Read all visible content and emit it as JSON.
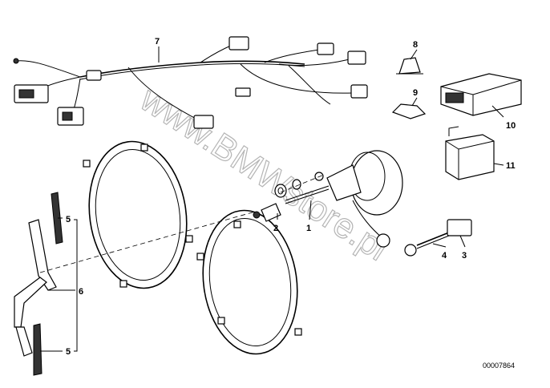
{
  "diagram": {
    "callouts": {
      "c1": "1",
      "c2": "2",
      "c3": "3",
      "c4": "4",
      "c5_top": "5",
      "c5_bottom": "5",
      "c6": "6",
      "c7": "7",
      "c8": "8",
      "c9": "9",
      "c10": "10",
      "c11": "11"
    },
    "drawing_number": "00007864",
    "watermark": "www.BMWstore.pl"
  },
  "colors": {
    "line": "#000000",
    "background": "#ffffff",
    "watermark": "#b5b5b5"
  }
}
